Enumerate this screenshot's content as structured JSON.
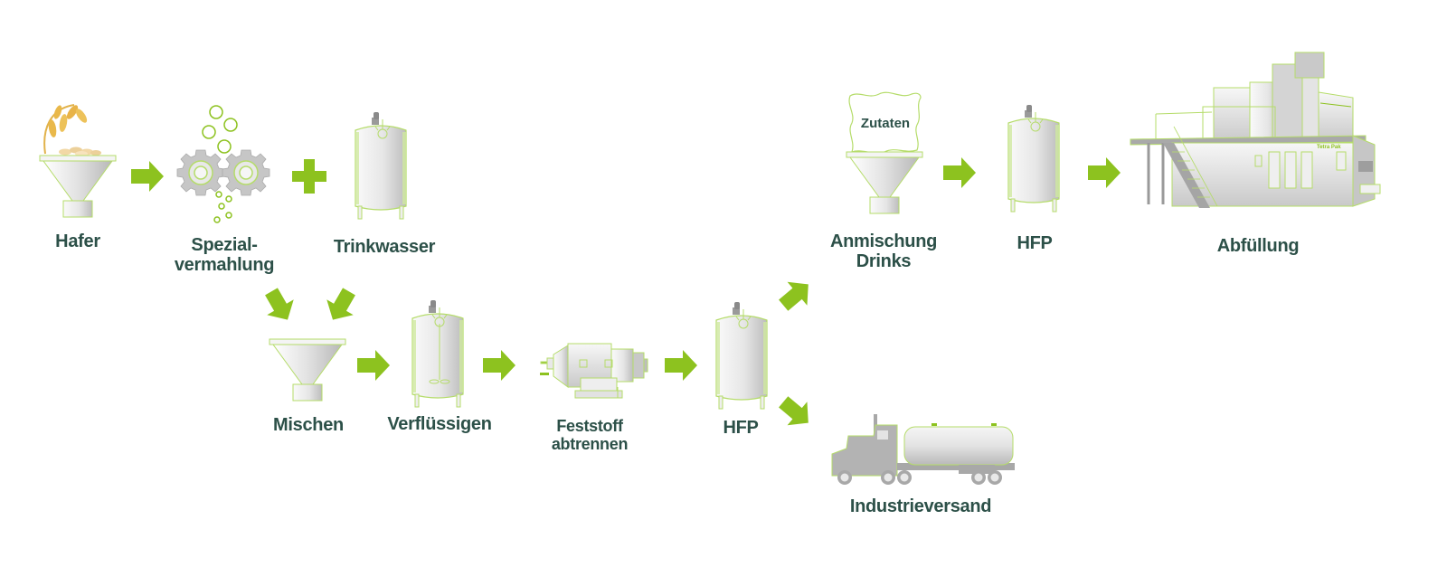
{
  "title": "Hafer-Drink Prozess",
  "colors": {
    "arrow": "#8dc21f",
    "outline": "#b5dc6a",
    "label": "#2c5048",
    "metal_light": "#f2f2f2",
    "metal_dark": "#c4c4c4",
    "oat": "#e9b84a"
  },
  "steps": {
    "hafer": {
      "label_lines": [
        "Hafer"
      ],
      "icon": "hopper-with-oats-icon"
    },
    "vermahlung": {
      "label_lines": [
        "Spezial-",
        "vermahlung"
      ],
      "icon": "gears-icon"
    },
    "trinkwasser": {
      "label_lines": [
        "Trinkwasser"
      ],
      "icon": "tank-icon"
    },
    "mischen": {
      "label_lines": [
        "Mischen"
      ],
      "icon": "hopper-icon"
    },
    "verfluessigen": {
      "label_lines": [
        "Verflüssigen"
      ],
      "icon": "tank-with-agitator-icon"
    },
    "feststoff": {
      "label_lines": [
        "Feststoff",
        "abtrennen"
      ],
      "icon": "decanter-centrifuge-icon"
    },
    "hfp1": {
      "label_lines": [
        "HFP"
      ],
      "icon": "tank-icon"
    },
    "anmischung": {
      "label_lines": [
        "Anmischung",
        "Drinks"
      ],
      "icon": "hopper-with-bag-icon",
      "bag_label": "Zutaten"
    },
    "hfp2": {
      "label_lines": [
        "HFP"
      ],
      "icon": "tank-icon"
    },
    "abfuellung": {
      "label_lines": [
        "Abfüllung"
      ],
      "icon": "filling-machine-icon",
      "machine_brand": "Tetra Pak"
    },
    "industrieversand": {
      "label_lines": [
        "Industrieversand"
      ],
      "icon": "tanker-truck-icon"
    }
  },
  "connectors": [
    {
      "from": "hafer",
      "to": "vermahlung",
      "type": "arrow"
    },
    {
      "from": "vermahlung",
      "to": "trinkwasser",
      "type": "plus"
    },
    {
      "from": "vermahlung",
      "to": "mischen",
      "type": "arrow"
    },
    {
      "from": "trinkwasser",
      "to": "mischen",
      "type": "arrow"
    },
    {
      "from": "mischen",
      "to": "verfluessigen",
      "type": "arrow"
    },
    {
      "from": "verfluessigen",
      "to": "feststoff",
      "type": "arrow"
    },
    {
      "from": "feststoff",
      "to": "hfp1",
      "type": "arrow"
    },
    {
      "from": "hfp1",
      "to": "anmischung",
      "type": "arrow"
    },
    {
      "from": "hfp1",
      "to": "industrieversand",
      "type": "arrow"
    },
    {
      "from": "anmischung",
      "to": "hfp2",
      "type": "arrow"
    },
    {
      "from": "hfp2",
      "to": "abfuellung",
      "type": "arrow"
    }
  ]
}
